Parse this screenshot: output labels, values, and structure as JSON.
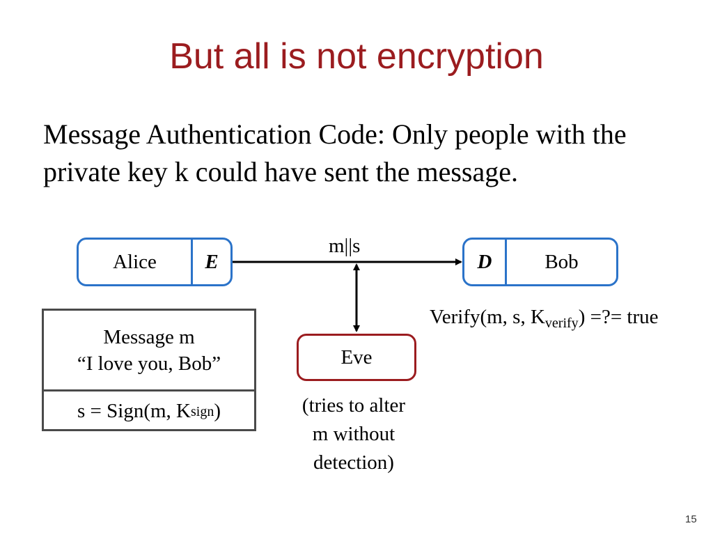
{
  "slide": {
    "title": "But all is not encryption",
    "body": "Message Authentication Code: Only people with the private key k could have sent the message.",
    "page_number": "15"
  },
  "alice": {
    "name": "Alice",
    "op": "E"
  },
  "bob": {
    "name": "Bob",
    "op": "D"
  },
  "channel_label": "m||s",
  "eve": {
    "name": "Eve",
    "note_lines": [
      "(tries to alter",
      "m without",
      "detection)"
    ]
  },
  "message_box": {
    "line1": "Message m",
    "line2": "“I love you, Bob”",
    "sign_prefix": "s = Sign(m, K",
    "sign_sub": "sign",
    "sign_suffix": ")"
  },
  "verify": {
    "prefix": "Verify(m, s, K",
    "sub": "verify",
    "suffix": ") =?= true"
  },
  "colors": {
    "title": "#9b1c1f",
    "node_border": "#2b73c9",
    "eve_border": "#9b1c1f",
    "box_border": "#4a4a4a"
  }
}
